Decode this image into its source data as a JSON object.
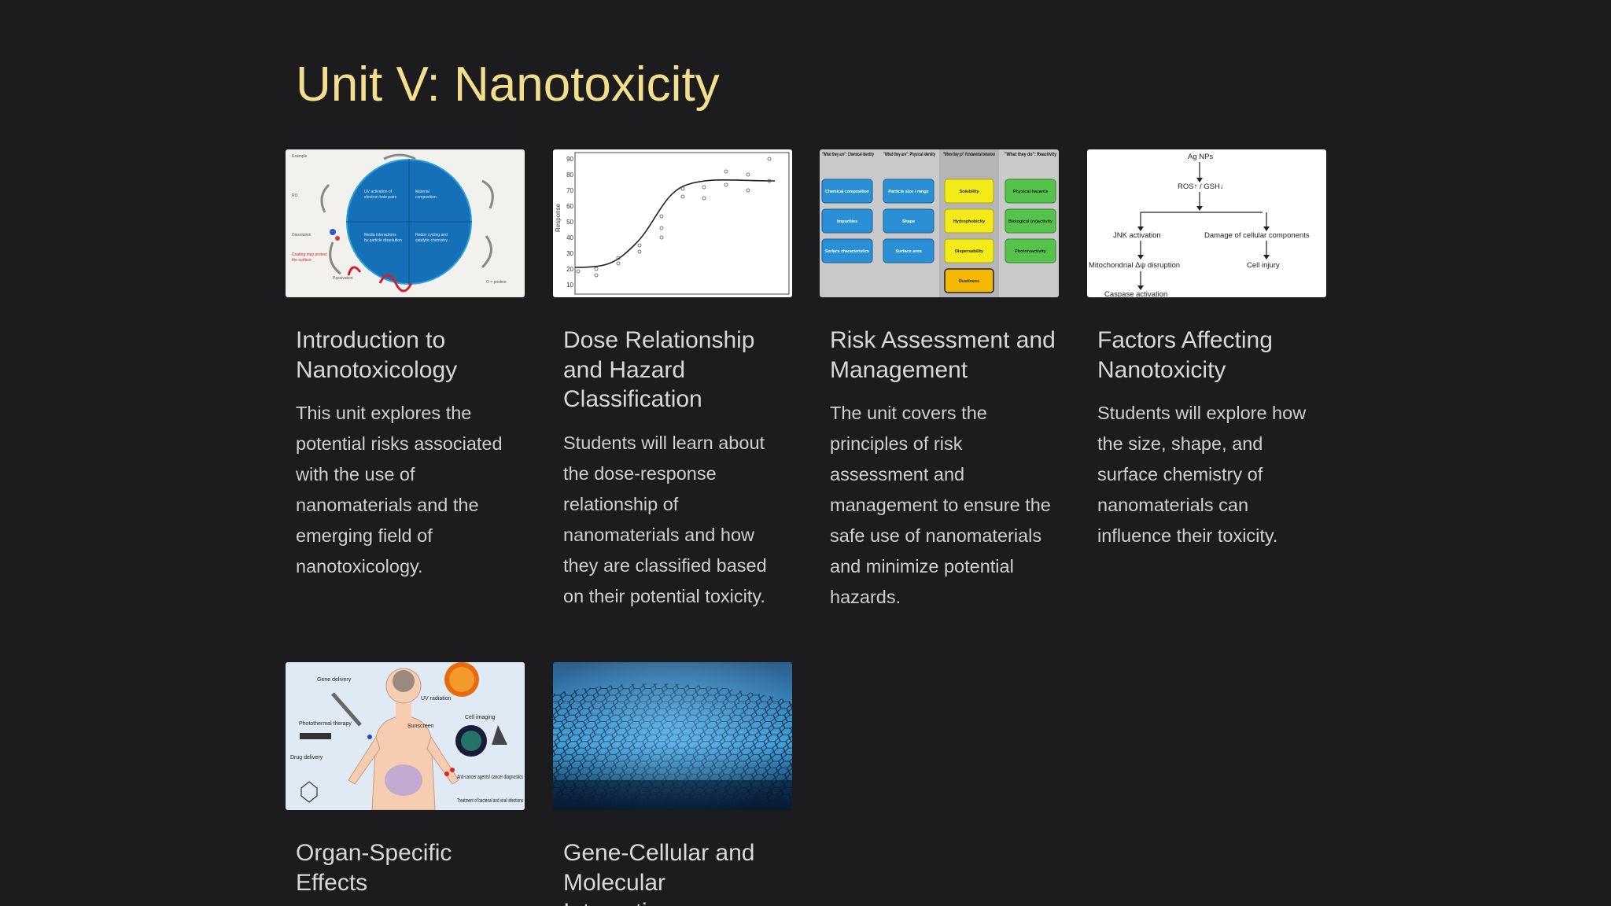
{
  "page": {
    "title": "Unit V: Nanotoxicity"
  },
  "cards": [
    {
      "title": "Introduction to Nanotoxicology",
      "description": "This unit explores the potential risks associated with the use of nanomaterials and the emerging field of nanotoxicology.",
      "image": "nanoparticle-interaction-diagram"
    },
    {
      "title": "Dose Relationship and Hazard Classification",
      "description": "Students will learn about the dose-response relationship of nanomaterials and how they are classified based on their potential toxicity.",
      "image": "dose-response-curve-plot",
      "image_text": {
        "ylabel": "Response",
        "yticks": [
          "90",
          "80",
          "70",
          "60",
          "50",
          "40",
          "30",
          "20",
          "10"
        ]
      }
    },
    {
      "title": "Risk Assessment and Management",
      "description": "The unit covers the principles of risk assessment and management to ensure the safe use of nanomaterials and minimize potential hazards.",
      "image": "risk-assessment-table",
      "image_text": {
        "col1": "\"What they are\": Chemical identity",
        "col2": "\"What they are\": Physical identity",
        "col3": "\"Where they go\": Fundamental behaviour",
        "col4": "\"What they do\": Reactivity",
        "c1": [
          "Chemical composition",
          "Impurities",
          "Surface characteristics"
        ],
        "c2": [
          "Particle size / range",
          "Shape",
          "Surface area"
        ],
        "c3": [
          "Solubility",
          "Hydrophobicity",
          "Dispersability",
          "Dustiness"
        ],
        "c4": [
          "Physical hazards",
          "Biological (re)activity",
          "Photoreactivity"
        ]
      }
    },
    {
      "title": "Factors Affecting Nanotoxicity",
      "description": "Students will explore how the size, shape, and surface chemistry of nanomaterials can influence their toxicity.",
      "image": "toxicity-pathway-flowchart",
      "image_text": {
        "n1": "Ag NPs",
        "n2": "ROS↑ / GSH↓",
        "n3": "JNK activation",
        "n4": "Damage of cellular components",
        "n5": "Mitochondrial Δψ disruption",
        "n6": "Cell injury",
        "n7": "Caspase activation"
      }
    },
    {
      "title": "Organ-Specific Effects",
      "description": "",
      "image": "human-body-applications-illustration",
      "image_text": {
        "a": "Gene delivery",
        "b": "UV radiation",
        "c": "Cell imaging",
        "d": "Photothermal therapy",
        "e": "Sunscreen",
        "f": "Drug delivery",
        "g": "Anti-cancer agents/ cancer diagnostics",
        "h": "Treatment of bacterial and viral infections"
      }
    },
    {
      "title": "Gene-Cellular and Molecular Interactions",
      "description": "",
      "image": "graphene-lattice-render"
    }
  ],
  "colors": {
    "background": "#1c1c1e",
    "title": "#f2de8d",
    "text": "#d8d8d8"
  }
}
